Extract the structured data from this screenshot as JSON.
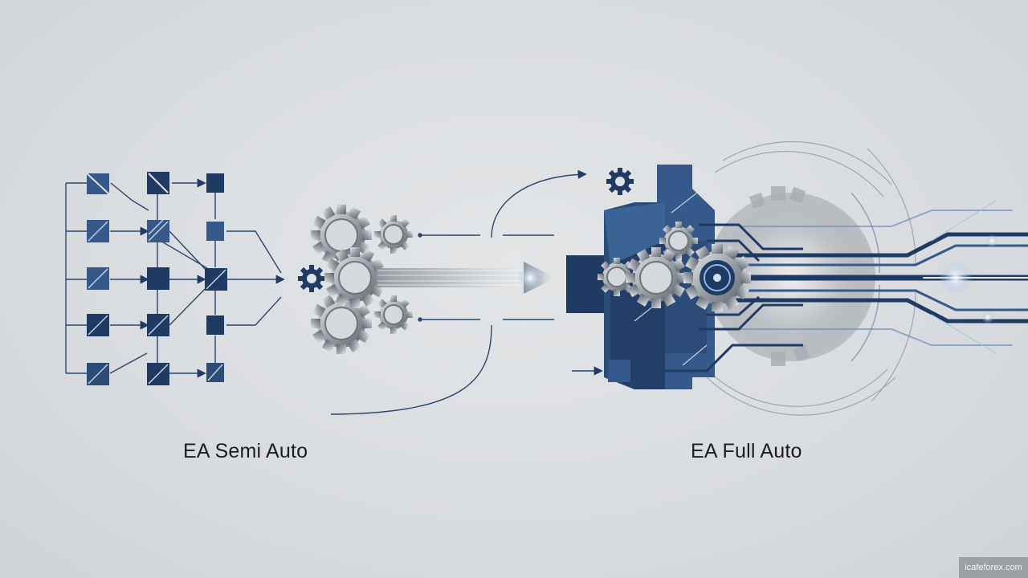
{
  "labels": {
    "semi_auto": "EA Semi Auto",
    "full_auto": "EA Full Auto"
  },
  "watermark": "icafeforex.com",
  "colors": {
    "navy": "#1f3a63",
    "blue": "#34598a",
    "steel": "#9aa0a7",
    "background": "#dcdfe2"
  },
  "icons": [
    "flowchart-grid-icon",
    "gear-cluster-icon",
    "arrow-icon",
    "robot-head-gear-icon",
    "circuit-speed-lines-icon"
  ]
}
